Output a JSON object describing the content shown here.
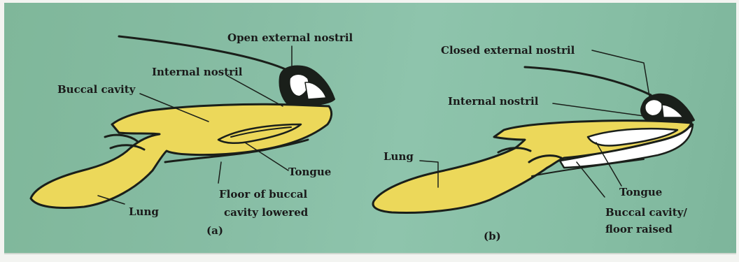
{
  "colors": {
    "background": "#86bca3",
    "organ_fill": "#ecd85a",
    "outline": "#1a1f1a",
    "white": "#ffffff"
  },
  "panel_a": {
    "caption": "(a)",
    "labels": {
      "open_external_nostril": "Open external nostril",
      "internal_nostril": "Internal nostril",
      "buccal_cavity": "Buccal cavity",
      "tongue": "Tongue",
      "floor_line1": "Floor of buccal",
      "floor_line2": "cavity lowered",
      "lung": "Lung"
    }
  },
  "panel_b": {
    "caption": "(b)",
    "labels": {
      "closed_external_nostril": "Closed external nostril",
      "internal_nostril": "Internal nostril",
      "lung": "Lung",
      "tongue": "Tongue",
      "buccal_floor_line1": "Buccal cavity/",
      "buccal_floor_line2": "floor raised"
    }
  }
}
